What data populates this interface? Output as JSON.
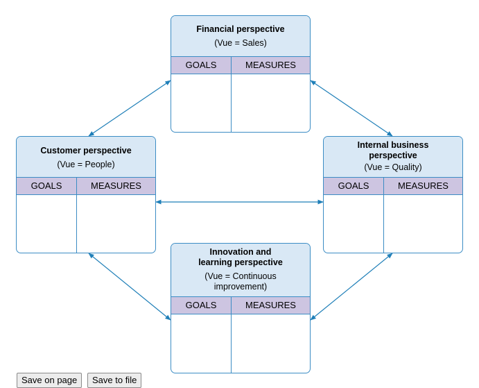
{
  "perspectives": {
    "financial": {
      "title": "Financial perspective",
      "subtitle": "(Vue = Sales)",
      "goals": "GOALS",
      "measures": "MEASURES"
    },
    "customer": {
      "title": "Customer perspective",
      "subtitle": "(Vue = People)",
      "goals": "GOALS",
      "measures": "MEASURES"
    },
    "internal": {
      "title": "Internal business\nperspective",
      "subtitle": "(Vue = Quality)",
      "goals": "GOALS",
      "measures": "MEASURES"
    },
    "innovation": {
      "title": "Innovation and\nlearning perspective",
      "subtitle": "(Vue = Continuous\nimprovement)",
      "goals": "GOALS",
      "measures": "MEASURES"
    }
  },
  "buttons": {
    "save_on_page": "Save on page",
    "save_to_file": "Save to file"
  },
  "colors": {
    "stroke": "#3b8cc4",
    "header_fill": "#d9e8f5",
    "columns_fill": "#cdc5e1"
  }
}
